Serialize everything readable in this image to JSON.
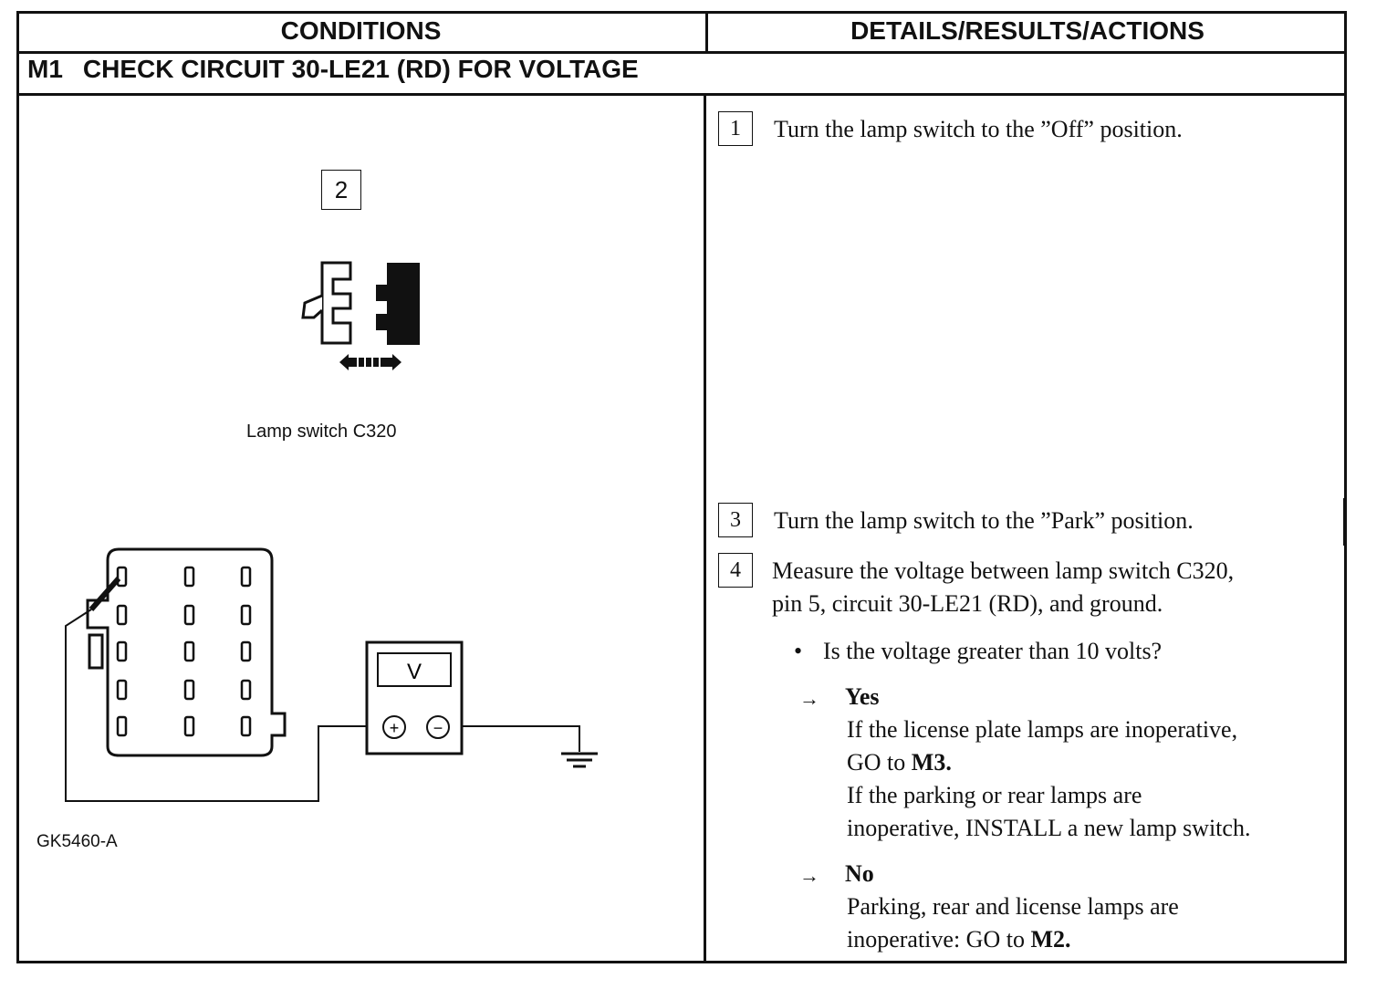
{
  "header": {
    "conditions": "CONDITIONS",
    "details": "DETAILS/RESULTS/ACTIONS"
  },
  "step": {
    "id": "M1",
    "title": "CHECK CIRCUIT 30-LE21 (RD) FOR VOLTAGE"
  },
  "figure": {
    "step_number": "2",
    "connector_caption": "Lamp switch C320",
    "meter_label": "V",
    "plus_symbol": "+",
    "minus_symbol": "−",
    "figure_id": "GK5460-A"
  },
  "actions": [
    {
      "num": "1",
      "text": "Turn the lamp switch to the ”Off” position."
    },
    {
      "num": "3",
      "text": "Turn the lamp switch to the ”Park” position."
    },
    {
      "num": "4",
      "text_line1": "Measure the voltage between lamp switch C320,",
      "text_line2": "pin 5, circuit 30-LE21 (RD), and ground."
    }
  ],
  "question": "Is the voltage greater than 10 volts?",
  "yes": {
    "label": "Yes",
    "line1": "If the license plate lamps are inoperative,",
    "line2_pre": "GO to ",
    "line2_bold": "M3.",
    "line3": "If the parking or rear lamps are",
    "line4": "inoperative, INSTALL a new lamp switch."
  },
  "no": {
    "label": "No",
    "line1": "Parking, rear and license lamps are",
    "line2_pre": "inoperative: GO to ",
    "line2_bold": "M2."
  },
  "icons": {
    "arrow": "→",
    "bullet": "•"
  }
}
